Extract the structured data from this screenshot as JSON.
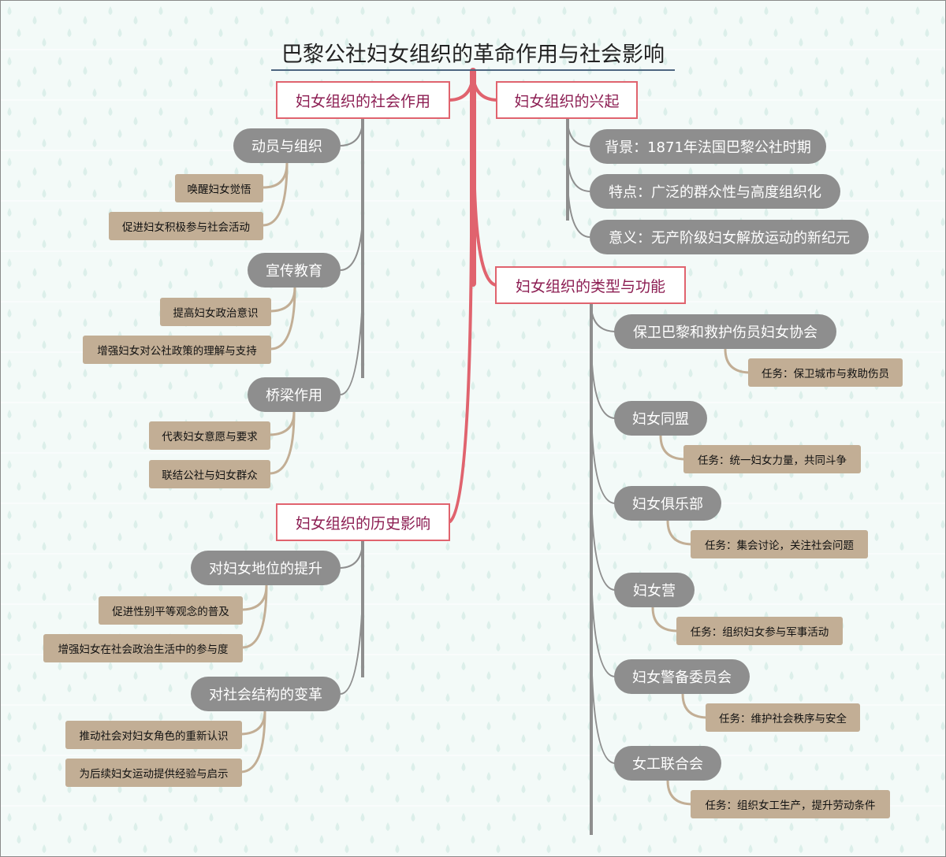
{
  "title": "巴黎公社妇女组织的革命作用与社会影响",
  "colors": {
    "background": "#f3faf8",
    "main_branch": "#e0636e",
    "topic_border": "#e0636e",
    "topic_text": "#8c1d52",
    "subtopic_fill": "#8e8e8e",
    "leaf_fill": "#c2ae95",
    "leaf_connector": "#c2ae95",
    "sub_connector": "#8e8e8e",
    "title_underline": "#4d6680"
  },
  "left": {
    "social_role": {
      "label": "妇女组织的社会作用",
      "children": [
        {
          "label": "动员与组织",
          "items": [
            "唤醒妇女觉悟",
            "促进妇女积极参与社会活动"
          ]
        },
        {
          "label": "宣传教育",
          "items": [
            "提高妇女政治意识",
            "增强妇女对公社政策的理解与支持"
          ]
        },
        {
          "label": "桥梁作用",
          "items": [
            "代表妇女意愿与要求",
            "联结公社与妇女群众"
          ]
        }
      ]
    },
    "historical_impact": {
      "label": "妇女组织的历史影响",
      "children": [
        {
          "label": "对妇女地位的提升",
          "items": [
            "促进性别平等观念的普及",
            "增强妇女在社会政治生活中的参与度"
          ]
        },
        {
          "label": "对社会结构的变革",
          "items": [
            "推动社会对妇女角色的重新认识",
            "为后续妇女运动提供经验与启示"
          ]
        }
      ]
    }
  },
  "right": {
    "rise": {
      "label": "妇女组织的兴起",
      "children": [
        {
          "label": "背景：1871年法国巴黎公社时期"
        },
        {
          "label": "特点：广泛的群众性与高度组织化"
        },
        {
          "label": "意义：无产阶级妇女解放运动的新纪元"
        }
      ]
    },
    "types": {
      "label": "妇女组织的类型与功能",
      "children": [
        {
          "label": "保卫巴黎和救护伤员妇女协会",
          "task": "任务：保卫城市与救助伤员"
        },
        {
          "label": "妇女同盟",
          "task": "任务：统一妇女力量，共同斗争"
        },
        {
          "label": "妇女俱乐部",
          "task": "任务：集会讨论，关注社会问题"
        },
        {
          "label": "妇女营",
          "task": "任务：组织妇女参与军事活动"
        },
        {
          "label": "妇女警备委员会",
          "task": "任务：维护社会秩序与安全"
        },
        {
          "label": "女工联合会",
          "task": "任务：组织女工生产，提升劳动条件"
        }
      ]
    }
  }
}
